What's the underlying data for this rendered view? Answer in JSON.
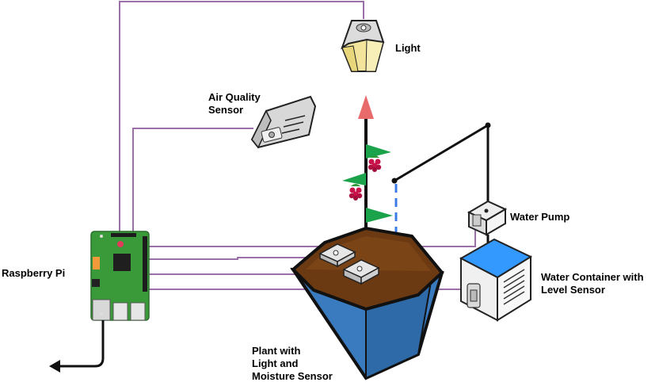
{
  "labels": {
    "light": "Light",
    "air_quality_line1": "Air Quality",
    "air_quality_line2": "Sensor",
    "water_pump": "Water Pump",
    "raspberry_pi": "Raspberry Pi",
    "water_container_line1": "Water Container with",
    "water_container_line2": "Level Sensor",
    "plant_line1": "Plant with",
    "plant_line2": "Light and",
    "plant_line3": "Moisture Sensor"
  },
  "colors": {
    "wire": "#9b6fa8",
    "pot_blue": "#3a7bbf",
    "soil": "#6b3a12",
    "water": "#3399ff",
    "light_yellow": "#f2e49a",
    "leaf_green": "#1aa34a",
    "arrow_red": "#e86a6a",
    "pi_green": "#3a9a3a"
  },
  "icons": {
    "light": "light-bulb-icon",
    "air_sensor": "air-quality-sensor-icon",
    "pump": "water-pump-icon",
    "pi": "raspberry-pi-board-icon",
    "container": "water-container-icon",
    "plant": "plant-pot-icon"
  }
}
